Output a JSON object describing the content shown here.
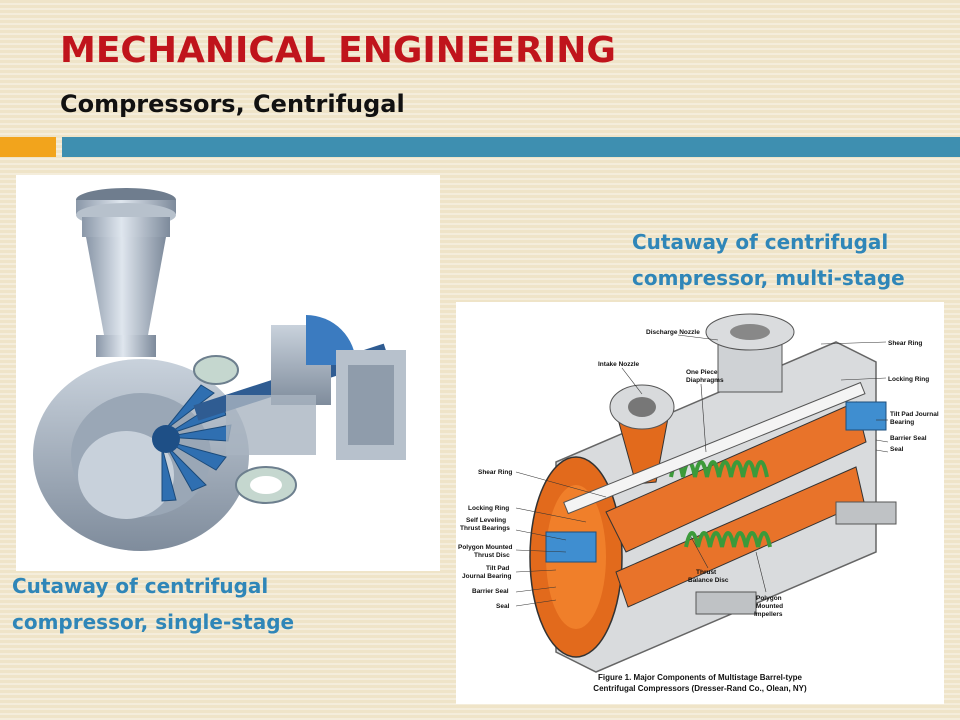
{
  "slide": {
    "title": "MECHANICAL ENGINEERING",
    "subtitle": "Compressors, Centrifugal",
    "colors": {
      "title": "#c0141c",
      "caption": "#2f86b8",
      "accent_orange": "#f2a41c",
      "accent_blue": "#3e8fb0",
      "background": "#efe4c8"
    }
  },
  "captions": {
    "multi_stage": {
      "line1": "Cutaway of centrifugal",
      "line2": "compressor, multi-stage"
    },
    "single_stage": {
      "line1": "Cutaway of centrifugal",
      "line2": "compressor, single-stage"
    }
  },
  "figure": {
    "labels": {
      "discharge_nozzle": "Discharge Nozzle",
      "intake_nozzle": "Intake Nozzle",
      "one_piece_diaphragms_1": "One Piece",
      "one_piece_diaphragms_2": "Diaphragms",
      "shear_ring_top": "Shear Ring",
      "locking_ring_top": "Locking Ring",
      "tilt_pad_journal_1": "Tilt Pad Journal",
      "tilt_pad_journal_2": "Bearing",
      "barrier_seal_right": "Barrier Seal",
      "seal_right": "Seal",
      "shear_ring_left": "Shear Ring",
      "locking_ring_left": "Locking Ring",
      "self_leveling_1": "Self Leveling",
      "self_leveling_2": "Thrust Bearings",
      "polygon_thrust_1": "Polygon Mounted",
      "polygon_thrust_2": "Thrust Disc",
      "tilt_pad_left_1": "Tilt Pad",
      "tilt_pad_left_2": "Journal Bearing",
      "barrier_seal_left": "Barrier Seal",
      "seal_left": "Seal",
      "thrust_balance_1": "Thrust",
      "thrust_balance_2": "Balance Disc",
      "polygon_impellers_1": "Polygon",
      "polygon_impellers_2": "Mounted",
      "polygon_impellers_3": "Impellers"
    },
    "caption_line1": "Figure 1. Major Components of Multistage Barrel-type",
    "caption_line2": "Centrifugal Compressors (Dresser-Rand Co., Olean, NY)"
  }
}
